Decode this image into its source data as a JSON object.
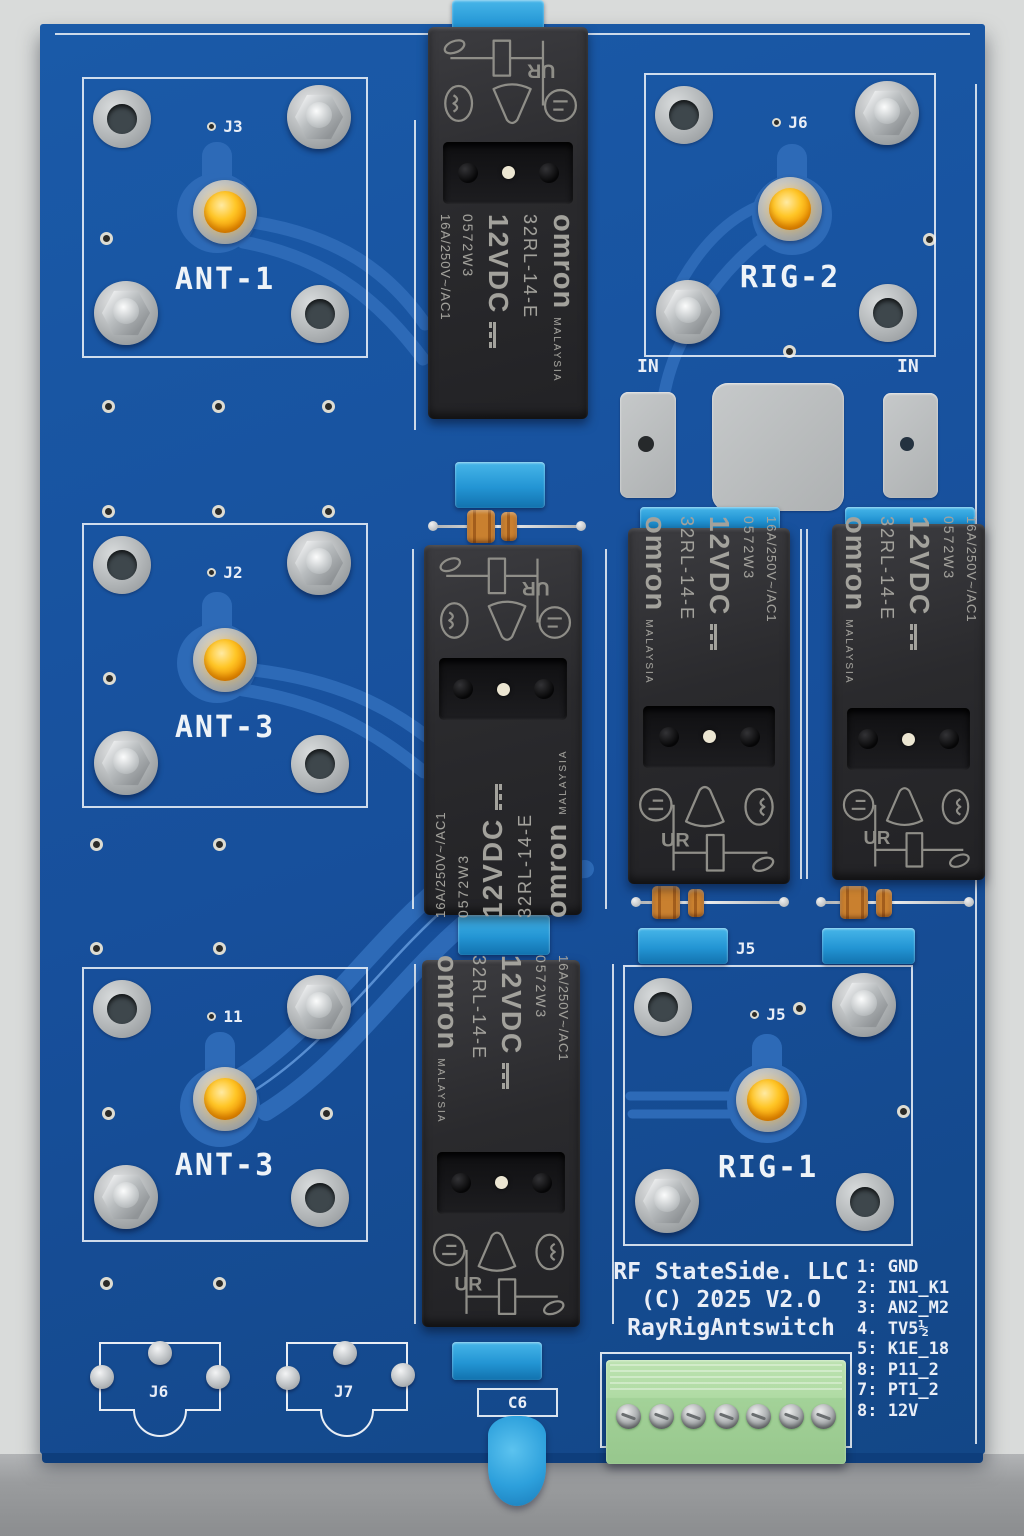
{
  "board": {
    "maker_line1": "RF StateSide. LLC",
    "maker_line2": "(C) 2025 V2.O",
    "maker_line3": "RayRigAntswitch",
    "pinout": [
      "1: GND",
      "2: IN1_K1",
      "3: AN2_M2",
      "4. TV5½",
      "5: K1E_18",
      "8: P11_2",
      "7: PT1_2",
      "8: 12V"
    ]
  },
  "ports": {
    "ant1": {
      "ref": "J3",
      "label": "ANT-1"
    },
    "ant3_mid": {
      "ref": "J2",
      "label": "ANT-3"
    },
    "ant3_bot": {
      "ref": "11",
      "label": "ANT-3"
    },
    "rig2": {
      "ref": "J6",
      "label": "RIG-2"
    },
    "rig1": {
      "ref": "J5",
      "label": "RIG-1"
    }
  },
  "silkscreen": {
    "in_left": "IN",
    "in_right": "IN",
    "j5_mid": "J5",
    "c6": "C6",
    "fp_j6": "J6",
    "fp_j7": "J7"
  },
  "relay": {
    "brand": "omron",
    "origin": "MALAYSIA",
    "model": "32RL-14-E",
    "coil": "12VDC",
    "code": "0572W3",
    "rating": "16A/250V~/AC1"
  },
  "terminal": {
    "positions": 7
  },
  "colors": {
    "pcb_blue": "#17539f",
    "trace_blue": "#2d6ab7",
    "silkscreen_white": "#e9eef7",
    "relay_body": "#2b2b2e",
    "tab_blue": "#2a9ad8",
    "led_amber": "#f5a800",
    "terminal_green": "#a6d49c"
  }
}
